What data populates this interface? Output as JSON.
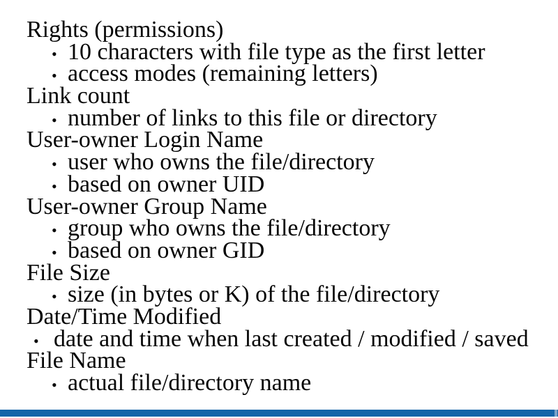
{
  "slide": {
    "background_color": "#ffffff",
    "text_color": "#050505",
    "accent_bar_color": "#1565a8",
    "accent_bar_tip_color": "#7ba3c9",
    "bullet_glyph": "•",
    "items": [
      {
        "level": 0,
        "text": "Rights (permissions)"
      },
      {
        "level": 1,
        "text": "10 characters with file type as the first letter"
      },
      {
        "level": 1,
        "text": "access modes (remaining letters)"
      },
      {
        "level": 0,
        "text": "Link count"
      },
      {
        "level": 1,
        "text": "number of links to this file or directory"
      },
      {
        "level": 0,
        "text": "User-owner Login Name"
      },
      {
        "level": 1,
        "text": "user who owns the file/directory"
      },
      {
        "level": 1,
        "text": "based on owner UID"
      },
      {
        "level": 0,
        "text": "User-owner Group Name"
      },
      {
        "level": 1,
        "text": "group who owns the file/directory"
      },
      {
        "level": 1,
        "text": "based on owner GID"
      },
      {
        "level": 0,
        "text": "File Size"
      },
      {
        "level": 1,
        "text": "size (in bytes or K) of the file/directory"
      },
      {
        "level": 0,
        "text": "Date/Time Modified"
      },
      {
        "level": 2,
        "text": "date and time when last created / modified / saved"
      },
      {
        "level": 0,
        "text": "File Name"
      },
      {
        "level": 1,
        "text": "actual file/directory name"
      }
    ]
  }
}
